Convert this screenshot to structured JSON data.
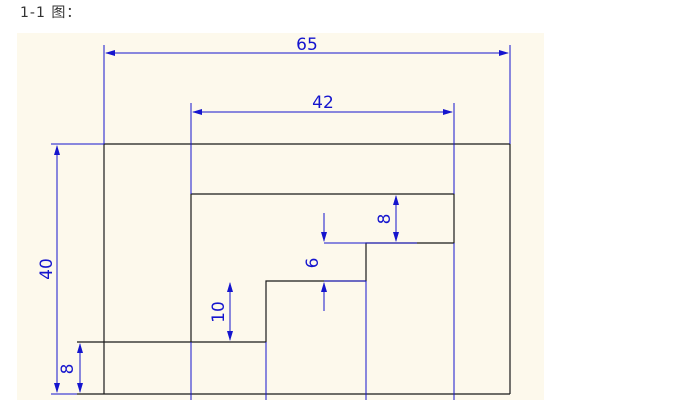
{
  "caption": "1-1 图：",
  "colors": {
    "paper": "#fdf9ec",
    "outline": "#1a1a1a",
    "dimension": "#1515ce"
  },
  "dimensions": {
    "overall_width": "65",
    "inner_width": "42",
    "overall_height": "40",
    "top_step": "8",
    "middle_step": "6",
    "lower_step": "10",
    "bottom_offset": "8"
  }
}
